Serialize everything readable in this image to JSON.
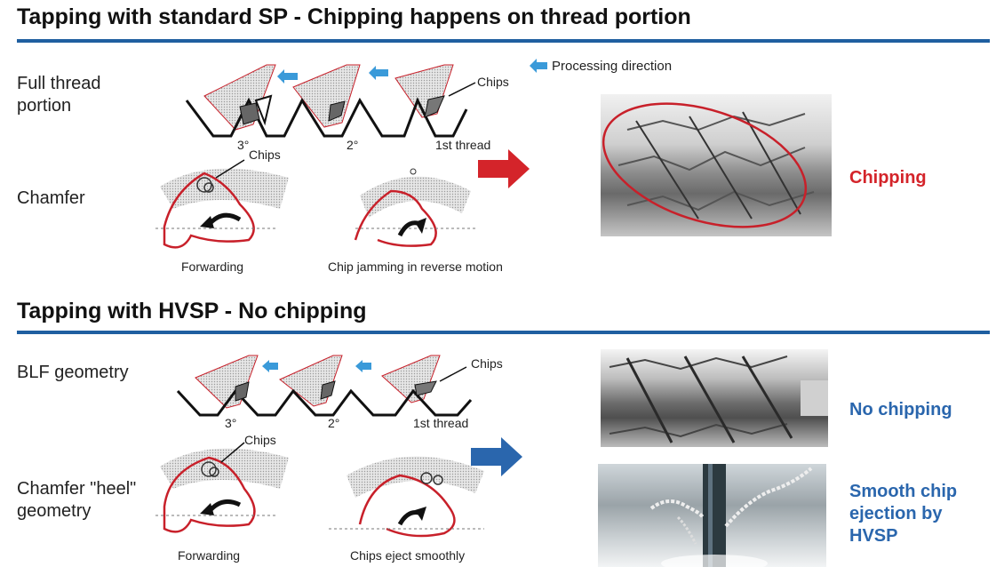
{
  "sections": {
    "standard": {
      "title": "Tapping with standard SP - Chipping happens on thread portion",
      "row1_label": "Full thread portion",
      "row2_label": "Chamfer",
      "legend": "Processing direction",
      "thread_labels": [
        "3°",
        "2°",
        "1st thread"
      ],
      "chips_label_thread": "Chips",
      "chips_label_chamfer": "Chips",
      "caption_left": "Forwarding",
      "caption_right": "Chip jamming in reverse motion",
      "result": "Chipping"
    },
    "hvsp": {
      "title": "Tapping with HVSP - No chipping",
      "row1_label": "BLF geometry",
      "row2_label": "Chamfer \"heel\" geometry",
      "thread_labels": [
        "3°",
        "2°",
        "1st thread"
      ],
      "chips_label_thread": "Chips",
      "chips_label_chamfer": "Chips",
      "caption_left": "Forwarding",
      "caption_right": "Chips eject smoothly",
      "result_top": "No chipping",
      "result_bottom": "Smooth chip ejection by HVSP"
    }
  },
  "colors": {
    "rule": "#1f5fa0",
    "arrow_red": "#d4242a",
    "arrow_blue": "#2a66ad",
    "direction_arrow": "#3a9ad9",
    "tap_outline": "#c8202a"
  },
  "icons": [
    "direction-arrow-icon",
    "red-arrow-icon",
    "blue-arrow-icon",
    "rotation-arrow-icon"
  ]
}
